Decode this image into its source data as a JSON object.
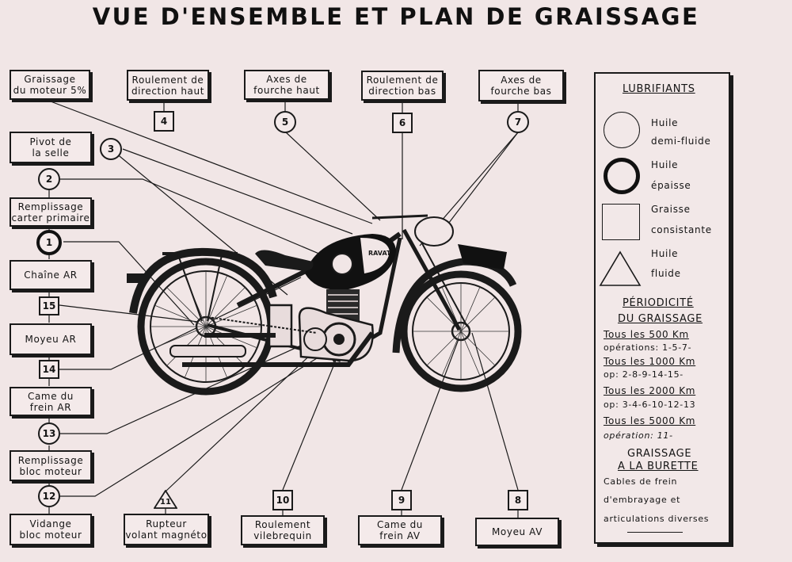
{
  "title": "VUE D'ENSEMBLE ET PLAN DE GRAISSAGE",
  "motorcycle": {
    "brand": "RAVAT"
  },
  "parts": [
    {
      "num": "1",
      "label": "Chaîne AR"
    },
    {
      "num": "2",
      "label": "Remplissage\ncarter primaire"
    },
    {
      "num": "3",
      "label": "Pivot de\nla selle"
    },
    {
      "num": "4",
      "label": "Roulement de\ndirection haut"
    },
    {
      "num": "5",
      "label": "Axes de\nfourche haut"
    },
    {
      "num": "6",
      "label": "Roulement de\ndirection bas"
    },
    {
      "num": "7",
      "label": "Axes de\nfourche bas"
    },
    {
      "num": "8",
      "label": "Moyeu AV"
    },
    {
      "num": "9",
      "label": "Came du\nfrein AV"
    },
    {
      "num": "10",
      "label": "Roulement\nvilebrequin"
    },
    {
      "num": "11",
      "label": "Rupteur\nvolant magnéto"
    },
    {
      "num": "12",
      "label": "Vidange\nbloc moteur"
    },
    {
      "num": "13",
      "label": "Remplissage\nbloc moteur"
    },
    {
      "num": "14",
      "label": "Came du\nfrein AR"
    },
    {
      "num": "15",
      "label": "Moyeu AR"
    }
  ],
  "extra_label": "Graissage\ndu moteur 5%",
  "legend": {
    "title": "LUBRIFIANTS",
    "items": [
      {
        "symbol": "thin-circle",
        "text1": "Huile",
        "text2": "demi-fluide"
      },
      {
        "symbol": "thick-circle",
        "text1": "Huile",
        "text2": "épaisse"
      },
      {
        "symbol": "square",
        "text1": "Graisse",
        "text2": "consistante"
      },
      {
        "symbol": "triangle",
        "text1": "Huile",
        "text2": "fluide"
      }
    ],
    "periodicity_title1": "PÉRIODICITÉ",
    "periodicity_title2": "DU GRAISSAGE",
    "schedule": [
      {
        "interval": "Tous les 500 Km",
        "ops": "opérations: 1-5-7-"
      },
      {
        "interval": "Tous les 1000 Km",
        "ops": "op: 2-8-9-14-15-"
      },
      {
        "interval": "Tous les 2000 Km",
        "ops": "op: 3-4-6-10-12-13"
      },
      {
        "interval": "Tous les 5000 Km",
        "ops": "opération: 11-"
      }
    ],
    "burette_title1": "GRAISSAGE",
    "burette_title2": "A LA BURETTE",
    "burette_lines": [
      "Cables de frein",
      "d'embrayage et",
      "articulations diverses"
    ]
  }
}
